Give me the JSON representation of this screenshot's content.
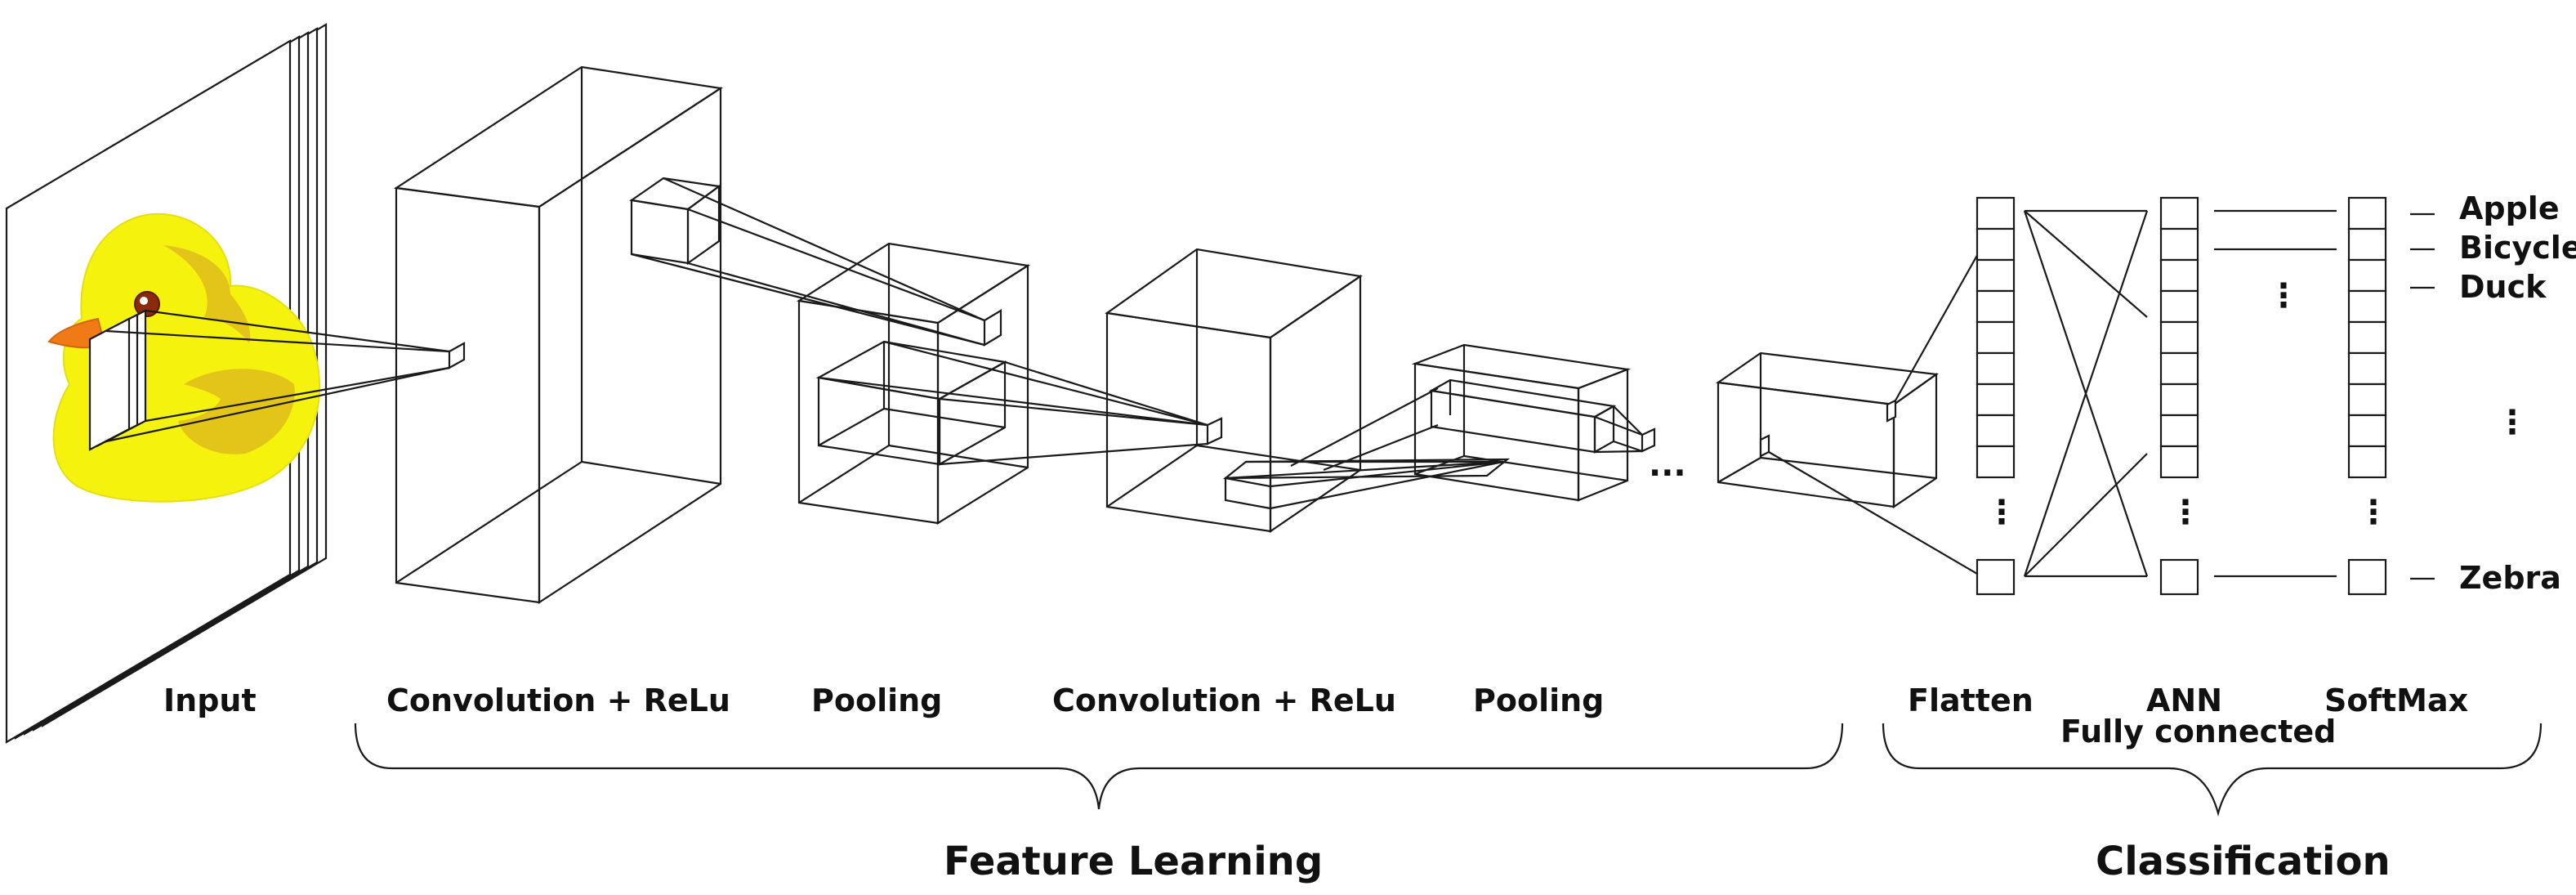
{
  "stages": {
    "input": "Input",
    "conv1": "Convolution + ReLu",
    "pool1": "Pooling",
    "conv2": "Convolution + ReLu",
    "pool2": "Pooling",
    "flatten": "Flatten",
    "ann": "ANN",
    "ann_sub": "Fully connected",
    "softmax": "SoftMax"
  },
  "groups": {
    "feature_learning": "Feature Learning",
    "classification": "Classification"
  },
  "classes": [
    "Apple",
    "Bicycle",
    "Duck",
    "Zebra"
  ],
  "ellipsis": "..."
}
